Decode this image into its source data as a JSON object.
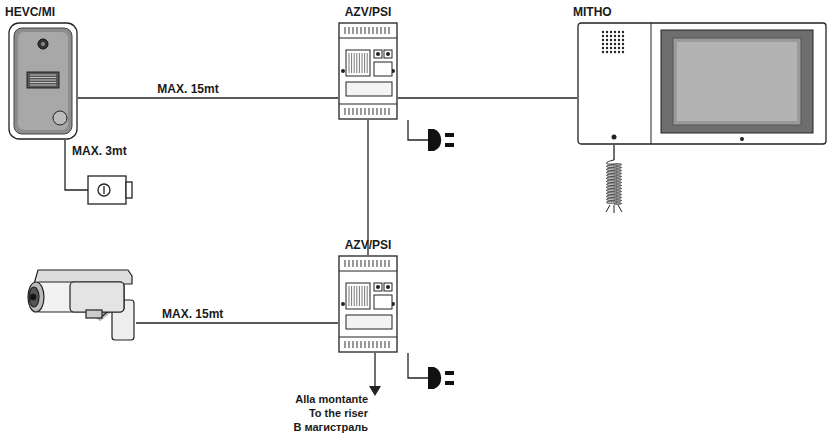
{
  "diagram": {
    "nodes": [
      {
        "text": [
          "HEVC/MI"
        ]
      },
      {
        "text": [
          "AZV/PSI"
        ]
      },
      {
        "text": [
          "MITHO"
        ]
      },
      {
        "text": [
          "AZV/PSI"
        ]
      }
    ],
    "edges": [
      {
        "from": 0,
        "to": 1,
        "arrow": "none",
        "label": "MAX. 15mt"
      },
      {
        "from": 1,
        "to": 2,
        "arrow": "none"
      },
      {
        "from": 1,
        "to": 3,
        "arrow": "none"
      }
    ],
    "labels": [
      "MAX. 3mt",
      "MAX. 15mt",
      "Alla montante",
      "To the riser",
      "В магистраль"
    ]
  }
}
